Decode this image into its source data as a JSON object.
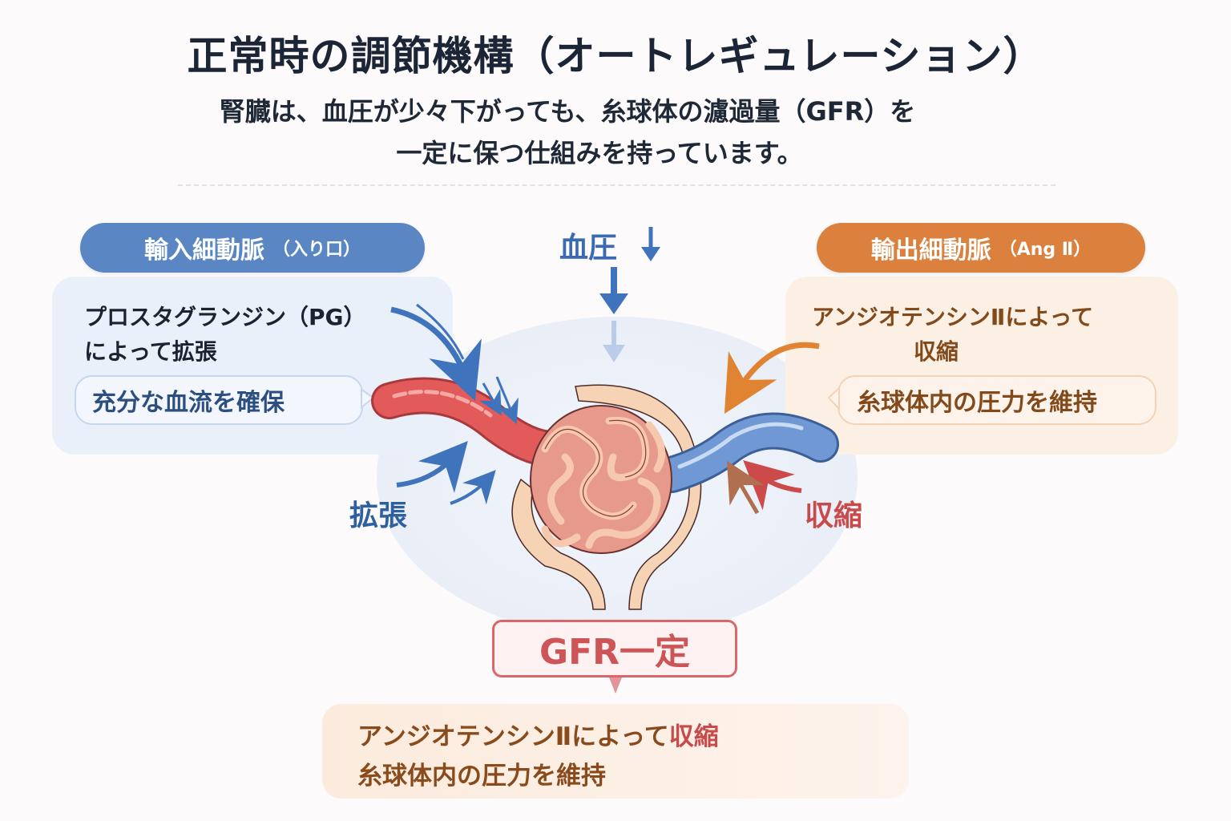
{
  "title": "正常時の調節機構（オートレギュレーション）",
  "subtitle": {
    "line1": "腎臓は、血圧が少々下がっても、糸球体の濾過量（GFR）を",
    "line2": "一定に保つ仕組みを持っています。"
  },
  "left": {
    "header": "輸入細動脈",
    "header_note": "（入り口）",
    "text_line1": "プロスタグランジン（PG）",
    "text_line2": "によって拡張",
    "bubble": "充分な血流を確保",
    "action_label": "拡張"
  },
  "right": {
    "header": "輸出細動脈",
    "header_note": "（Ang Ⅱ）",
    "text_line1": "アンジオテンシンⅡによって",
    "text_line2": "収縮",
    "bubble": "糸球体内の圧力を維持",
    "action_label": "収縮"
  },
  "center": {
    "blood_pressure_label": "血圧",
    "blood_pressure_arrow": "down-arrow-icon",
    "result_label": "GFR一定"
  },
  "bottom": {
    "line1_prefix": "アンジオテンシンⅡによって",
    "line1_highlight": "収縮",
    "line2": "糸球体内の圧力を維持"
  },
  "colors": {
    "afferent_blue": "#5a87c4",
    "efferent_orange": "#dc803d",
    "afferent_vessel": "#e35a5a",
    "efferent_vessel": "#6f98d4",
    "glomerulus": "#e79a8c",
    "capsule": "#f6d3b5",
    "gfr_red": "#cc5558",
    "title_dark": "#1c2536"
  }
}
